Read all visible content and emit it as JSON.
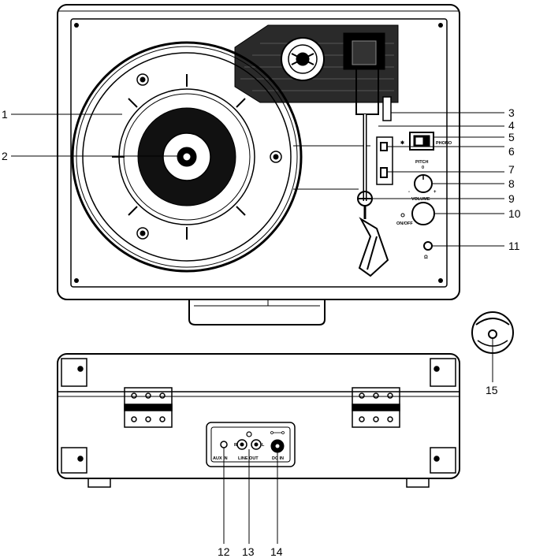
{
  "callouts": {
    "n1": "1",
    "n2": "2",
    "n3": "3",
    "n4": "4",
    "n5": "5",
    "n6": "6",
    "n7": "7",
    "n8": "8",
    "n9": "9",
    "n10": "10",
    "n11": "11",
    "n12": "12",
    "n13": "13",
    "n14": "14",
    "n15": "15"
  },
  "panel_labels": {
    "phono": "PHONO",
    "bluetooth": "✱",
    "pitch": "PITCH",
    "pitch_zero": "0",
    "pitch_minus": "-",
    "pitch_plus": "+",
    "volume": "VOLUME",
    "on_off": "ON/OFF",
    "headphone": "Ω"
  },
  "rear_labels": {
    "aux_in": "AUX IN",
    "line_out": "LINE OUT",
    "right": "R",
    "left": "L",
    "dc_in": "DC IN"
  }
}
